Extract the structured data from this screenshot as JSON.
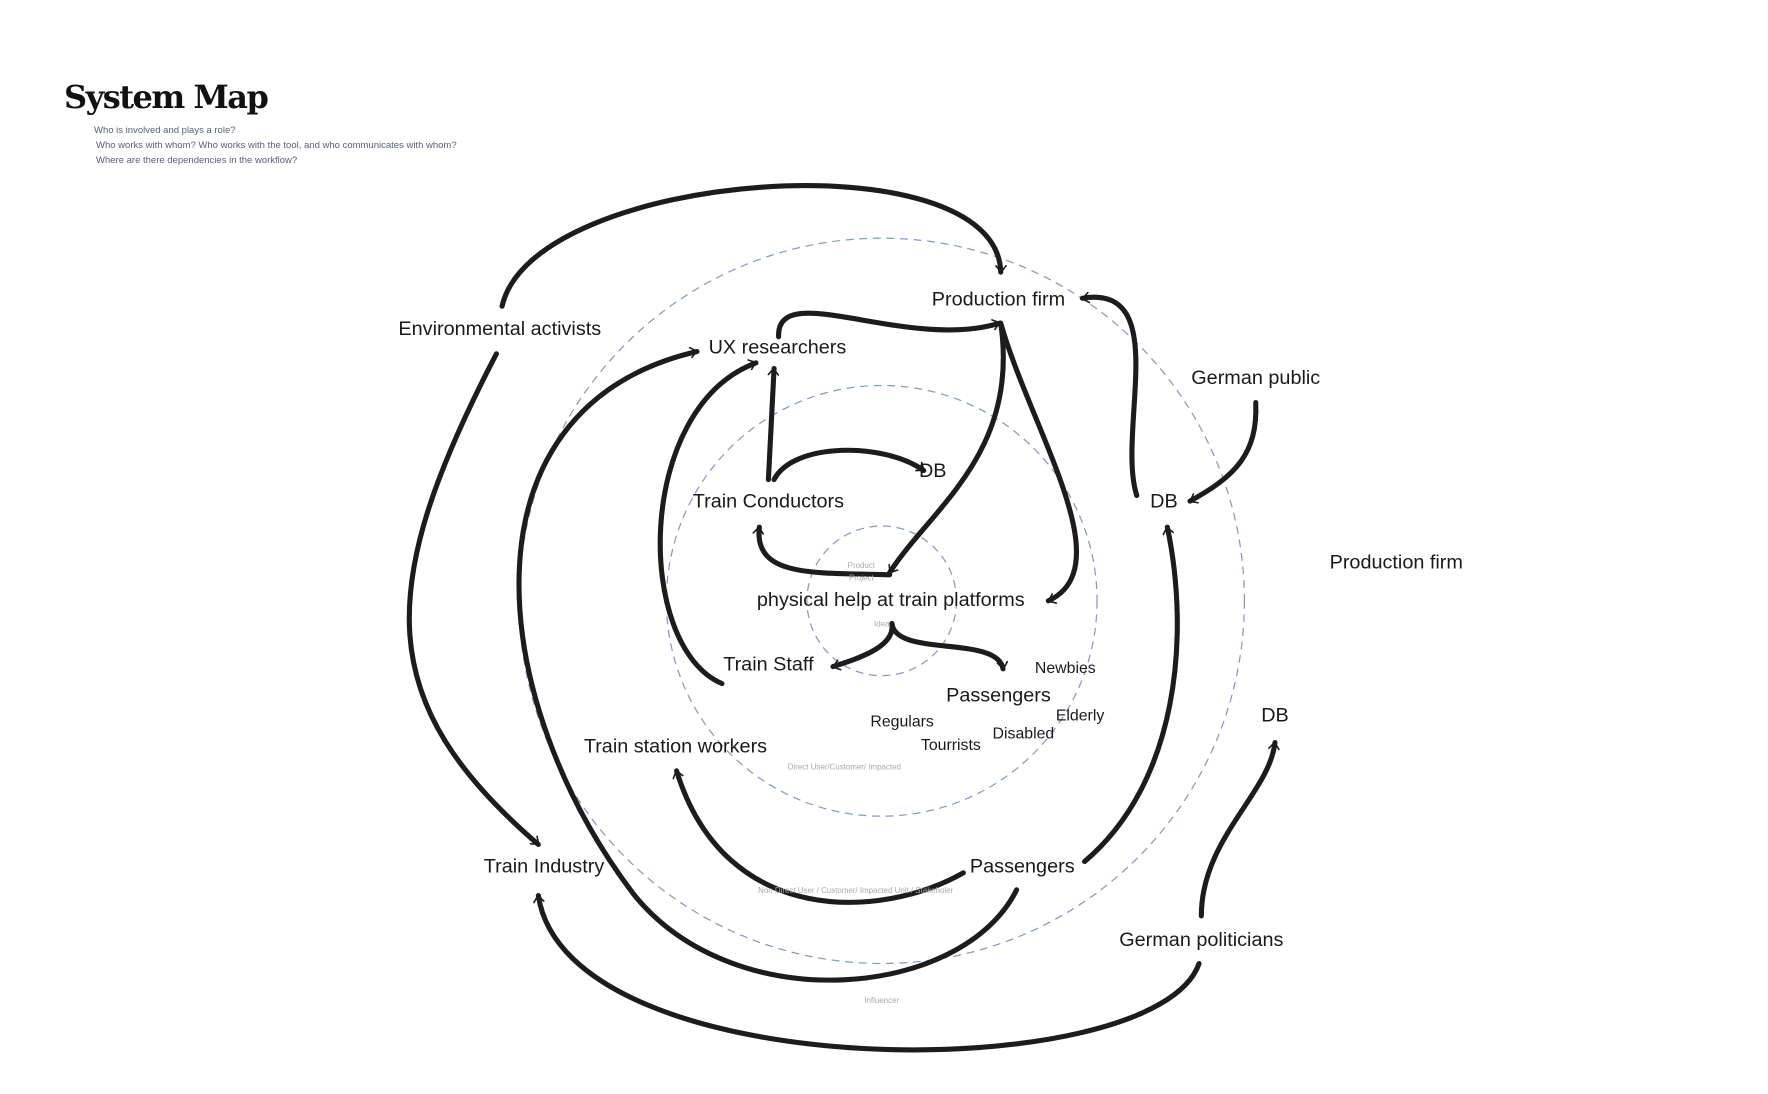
{
  "header": {
    "title": "System Map",
    "questions": [
      "Who is involved and plays a role?",
      "Who works with whom? Who works with the tool, and who communicates with whom?",
      "Where are there dependencies in the workflow?"
    ]
  },
  "rings": {
    "product": "Product",
    "project": "Project",
    "idea": "Idea",
    "direct": "Direct User/Customer/ Impacted",
    "non_direct": "Non Direct User / Customer/ Impacted Unit / Stakeholer",
    "influencer": "Influencer"
  },
  "nodes": {
    "environmental_activists": "Environmental activists",
    "ux_researchers": "UX researchers",
    "production_firm_inner": "Production firm",
    "german_public": "German public",
    "db_inner": "DB",
    "train_conductors": "Train Conductors",
    "db_middle": "DB",
    "production_firm_outer": "Production firm",
    "physical_help": "physical help at train platforms",
    "train_staff": "Train Staff",
    "newbies": "Newbies",
    "passengers_inner": "Passengers",
    "elderly": "Elderly",
    "regulars": "Regulars",
    "disabled": "Disabled",
    "tourists": "Tourrists",
    "db_outer": "DB",
    "train_station_workers": "Train station workers",
    "train_industry": "Train Industry",
    "passengers_outer": "Passengers",
    "german_politicians": "German politicians"
  }
}
